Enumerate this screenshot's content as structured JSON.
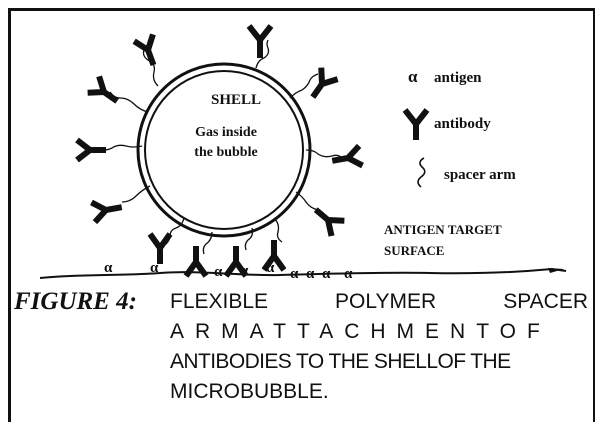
{
  "diagram": {
    "shell_label": "SHELL",
    "gas_label_line1": "Gas inside",
    "gas_label_line2": "the bubble",
    "target_label_line1": "ANTIGEN TARGET",
    "target_label_line2": "SURFACE",
    "antigen_symbol": "α",
    "legend": [
      {
        "icon": "alpha-antigen-icon",
        "label": "antigen"
      },
      {
        "icon": "y-antibody-icon",
        "label": "antibody"
      },
      {
        "icon": "squiggle-spacer-icon",
        "label": "spacer arm"
      }
    ]
  },
  "caption": {
    "label": "FIGURE 4:",
    "line1": "FLEXIBLE POLYMER SPACER",
    "line2": "ARMATTACHMENTOF",
    "line3": "ANTIBODIES TO THE SHELLOF THE",
    "line4": "MICROBUBBLE."
  }
}
